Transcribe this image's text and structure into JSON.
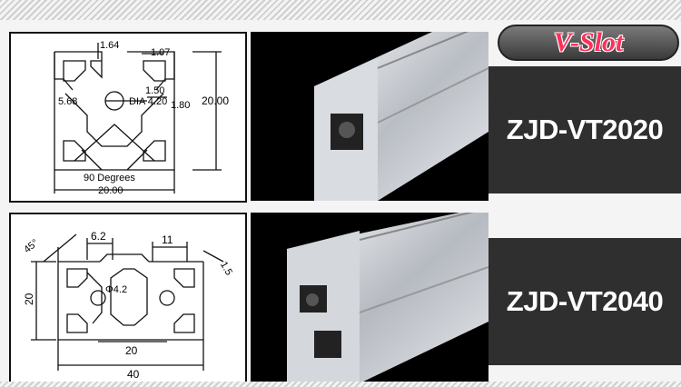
{
  "badge": {
    "label": "V-Slot"
  },
  "products": [
    {
      "model": "ZJD-VT2020",
      "dims": [
        "1.64",
        "1.07",
        "1.50",
        "5.68",
        "DIA 4.20",
        "1.80",
        "20.00",
        "90 Degrees",
        "20.00"
      ]
    },
    {
      "model": "ZJD-VT2040",
      "dims": [
        "45°",
        "6.2",
        "11",
        "1.5",
        "20",
        "Φ4.2",
        "20",
        "40"
      ]
    }
  ]
}
